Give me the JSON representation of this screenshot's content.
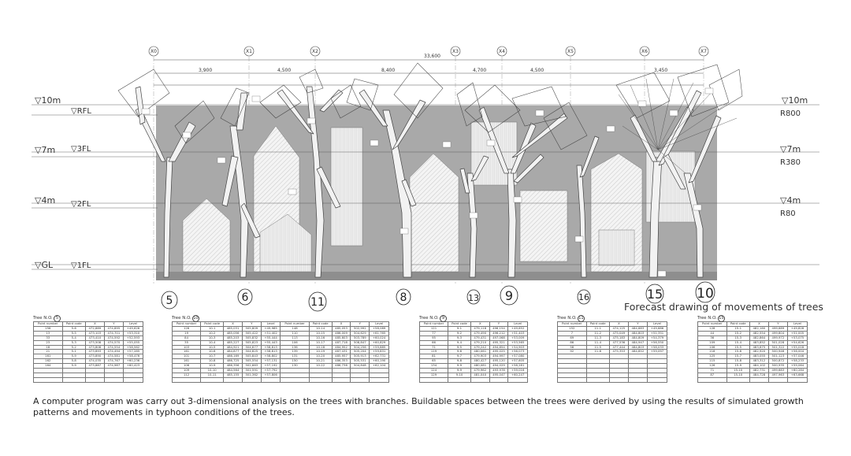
{
  "grid_labels": [
    "X0",
    "X1",
    "X2",
    "X3",
    "X4",
    "X5",
    "X6",
    "X7"
  ],
  "dimension_labels": [
    "3,900",
    "4,500",
    "8,400",
    "4,700",
    "4,500",
    "3,450"
  ],
  "overall_dimension": "33,600",
  "levels_left": [
    "▽10m",
    "▽RFL",
    "▽7m",
    "▽3FL",
    "▽4m",
    "▽2FL",
    "▽GL",
    "▽1FL"
  ],
  "levels_right": [
    "▽10m",
    "R800",
    "▽7m",
    "R380",
    "▽4m",
    "R80"
  ],
  "tree_numbers": [
    "5",
    "6",
    "11",
    "8",
    "13",
    "9",
    "16",
    "15",
    "10"
  ],
  "forecast_label": "Forecast drawing of movements of trees",
  "table_headers": [
    "Point number",
    "Point code",
    "X",
    "Y",
    "Level"
  ],
  "tables": [
    {
      "title": "Tree N.O.",
      "tree": "5",
      "rows": [
        [
          "156",
          "5-6",
          "472,889",
          "474,895",
          "+49,626"
        ],
        [
          "13",
          "5-5",
          "473,103",
          "474,701",
          "+53,310"
        ],
        [
          "33",
          "5-4",
          "473,410",
          "474,592",
          "+52,593"
        ],
        [
          "23",
          "5-3",
          "473,508",
          "474,570",
          "+55,055"
        ],
        [
          "18",
          "5-2",
          "473,808",
          "474,554",
          "+58,562"
        ],
        [
          "21",
          "5-1",
          "473,893",
          "474,494",
          "+57,285"
        ],
        [
          "161",
          "5-9",
          "473,890",
          "474,581",
          "+58,476"
        ],
        [
          "162",
          "5-8",
          "474,035",
          "474,767",
          "+60,236"
        ],
        [
          "164",
          "5-9",
          "473,887",
          "474,987",
          "+60,423"
        ]
      ]
    },
    {
      "title": "Tree N.O.",
      "tree": "10",
      "split": true,
      "rows": [
        [
          "126",
          "10-1",
          "485,031",
          "505,809",
          "+49,985",
          "148",
          "10-14",
          "485,053",
          "502,992",
          "+58,089"
        ],
        [
          "19",
          "10-2",
          "485,056",
          "505,422",
          "+51,402",
          "110",
          "10-15",
          "486,009",
          "504,629",
          "+61,765"
        ],
        [
          "84",
          "10-3",
          "485,203",
          "505,832",
          "+55,444",
          "113",
          "10-16",
          "485,603",
          "503,789",
          "+60,024"
        ],
        [
          "35",
          "10-4",
          "485,227",
          "505,823",
          "+55,443",
          "106",
          "10-17",
          "487,718",
          "508,847",
          "+60,829"
        ],
        [
          "103",
          "10-5",
          "484,921",
          "504,677",
          "+58,813",
          "136",
          "10-18",
          "484,952",
          "504,256",
          "+59,885"
        ],
        [
          "161",
          "10-6",
          "484,877",
          "504,825",
          "+58,813",
          "139",
          "10-19",
          "487,431",
          "505,204",
          "+59,831"
        ],
        [
          "101",
          "10-7",
          "486,169",
          "505,843",
          "+58,802",
          "131",
          "10-20",
          "485,957",
          "505,913",
          "+62,731"
        ],
        [
          "161",
          "10-8",
          "486,725",
          "505,554",
          "+57,131",
          "150",
          "10-21",
          "486,353",
          "505,531",
          "+60,190"
        ],
        [
          "106",
          "10-9",
          "486,356",
          "502,663",
          "+57,192",
          "130",
          "10-22",
          "486,738",
          "504,848",
          "+62,104"
        ],
        [
          "109",
          "10-10",
          "484,564",
          "501,591",
          "+57,792",
          "",
          "",
          "",
          "",
          ""
        ],
        [
          "112",
          "10-11",
          "485,155",
          "501,362",
          "+57,806",
          "",
          "",
          "",
          "",
          ""
        ]
      ]
    },
    {
      "title": "Tree N.O.",
      "tree": "9",
      "rows": [
        [
          "121",
          "9-1",
          "479,118",
          "496,154",
          "+49,652"
        ],
        [
          "77",
          "9-2",
          "479,490",
          "496,212",
          "+51,403"
        ],
        [
          "95",
          "9-3",
          "479,431",
          "497,068",
          "+53,009"
        ],
        [
          "66",
          "9-4",
          "479,210",
          "495,321",
          "+53,565"
        ],
        [
          "71",
          "9-5",
          "479,242",
          "494,854",
          "+54,903"
        ],
        [
          "119",
          "9-6",
          "480,061",
          "495,025",
          "+56,073"
        ],
        [
          "81",
          "9-7",
          "479,903",
          "494,997",
          "+57,080"
        ],
        [
          "65",
          "9-8",
          "480,427",
          "495,120",
          "+57,605"
        ],
        [
          "134",
          "9-9",
          "480,081",
          "494,029",
          "+58,281"
        ],
        [
          "124",
          "9-9",
          "479,962",
          "493,978",
          "+59,016"
        ],
        [
          "129",
          "9-10",
          "481,040",
          "495,047",
          "+60,247"
        ]
      ]
    },
    {
      "title": "Tree N.O.",
      "tree": "11",
      "rows": [
        [
          "152",
          "11-1",
          "474,125",
          "484,683",
          "+49,686"
        ],
        [
          "7",
          "11-2",
          "475,049",
          "484,803",
          "+51,351"
        ],
        [
          "69",
          "11-3",
          "475,183",
          "484,809",
          "+54,379"
        ],
        [
          "86",
          "11-4",
          "477,536",
          "484,947",
          "+56,550"
        ],
        [
          "58",
          "11-5",
          "477,444",
          "484,803",
          "+58,033"
        ],
        [
          "92",
          "11-6",
          "475,353",
          "484,852",
          "+59,097"
        ]
      ]
    },
    {
      "title": "Tree N.O.",
      "tree": "15",
      "rows": [
        [
          "128",
          "15-1",
          "482,160",
          "499,689",
          "+49,828"
        ],
        [
          "44",
          "15-2",
          "482,554",
          "499,804",
          "+51,005"
        ],
        [
          "36",
          "15-3",
          "482,864",
          "499,972",
          "+53,075"
        ],
        [
          "109",
          "15-4",
          "483,852",
          "501,028",
          "+54,626"
        ],
        [
          "106",
          "15-5",
          "483,675",
          "501,322",
          "+55,018"
        ],
        [
          "118",
          "15-6",
          "482,920",
          "500,946",
          "+56,004"
        ],
        [
          "125",
          "15-7",
          "483,055",
          "501,123",
          "+57,046"
        ],
        [
          "115",
          "15-8",
          "483,312",
          "500,872",
          "+58,233"
        ],
        [
          "126",
          "15-9",
          "484,102",
          "500,935",
          "+59,064"
        ],
        [
          "71",
          "15-10",
          "482,731",
          "499,683",
          "+60,284"
        ],
        [
          "87",
          "15-10",
          "484,728",
          "497,963",
          "+63,668"
        ]
      ]
    }
  ],
  "caption": "A computer program was carry out 3-dimensional analysis on the trees with branches. Buildable spaces between the trees were derived by using the results of simulated growth patterns and movements in typhoon conditions of the trees."
}
